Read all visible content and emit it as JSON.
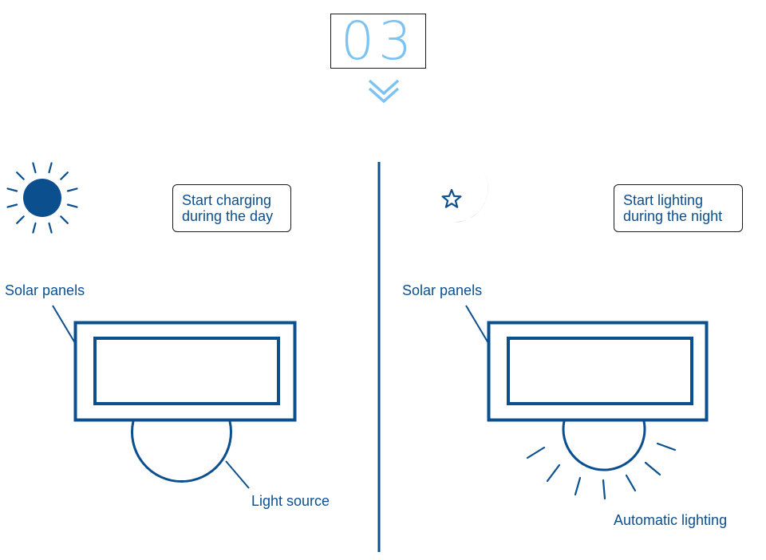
{
  "step": {
    "number": "03"
  },
  "colors": {
    "primary": "#0b4f8f",
    "accent": "#7cc3f2"
  },
  "day": {
    "icon": "sun-icon",
    "bubble": {
      "line1": "Start charging",
      "line2": "during the day"
    },
    "solar_label": "Solar panels",
    "light_label": "Light source"
  },
  "night": {
    "icon": "moon-star-icon",
    "bubble": {
      "line1": "Start lighting",
      "line2": "during the night"
    },
    "solar_label": "Solar panels",
    "light_label": "Automatic lighting"
  }
}
